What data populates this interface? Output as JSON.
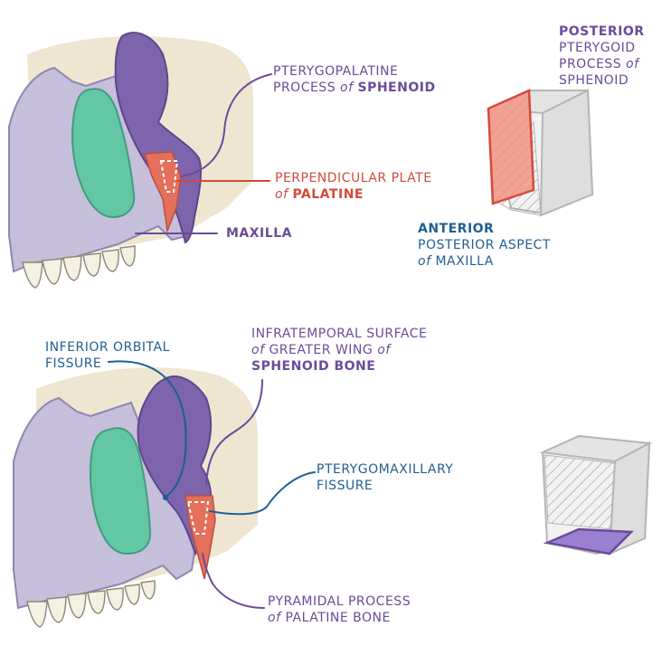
{
  "top": {
    "pterygopalatine": {
      "line1": "PTERYGOPALATINE",
      "line2_pre": "PROCESS ",
      "line2_of": "of ",
      "line2_bold": "SPHENOID"
    },
    "perpendicular": {
      "line1": "PERPENDICULAR PLATE",
      "line2_of": "of ",
      "line2_bold": "PALATINE"
    },
    "maxilla": "MAXILLA",
    "cube_posterior": {
      "title": "POSTERIOR",
      "line2": "PTERYGOID",
      "line3_pre": "PROCESS ",
      "line3_of": "of",
      "line4": "SPHENOID"
    },
    "cube_anterior": {
      "title": "ANTERIOR",
      "line2": "POSTERIOR ASPECT",
      "line3_of": "of ",
      "line3": "MAXILLA"
    }
  },
  "bottom": {
    "inferior_orbital": {
      "line1": "INFERIOR ORBITAL",
      "line2": "FISSURE"
    },
    "infratemporal": {
      "line1": "INFRATEMPORAL SURFACE",
      "line2_pre": "of ",
      "line2": "GREATER WING ",
      "line2_of": "of",
      "line3": "SPHENOID BONE"
    },
    "pterygomaxillary": {
      "line1": "PTERYGOMAXILLARY",
      "line2": "FISSURE"
    },
    "pyramidal": {
      "line1": "PYRAMIDAL PROCESS",
      "line2_of": "of ",
      "line2": "PALATINE BONE"
    }
  },
  "colors": {
    "bone": "#c6bfdc",
    "bone_stroke": "#8f86b0",
    "green": "#63c7a6",
    "purple": "#7e63ad",
    "red": "#e4705c",
    "tooth": "#f4f0e2",
    "label_purple": "#6b4b9a",
    "label_red": "#d24b3c",
    "label_blue": "#1f5f93"
  }
}
